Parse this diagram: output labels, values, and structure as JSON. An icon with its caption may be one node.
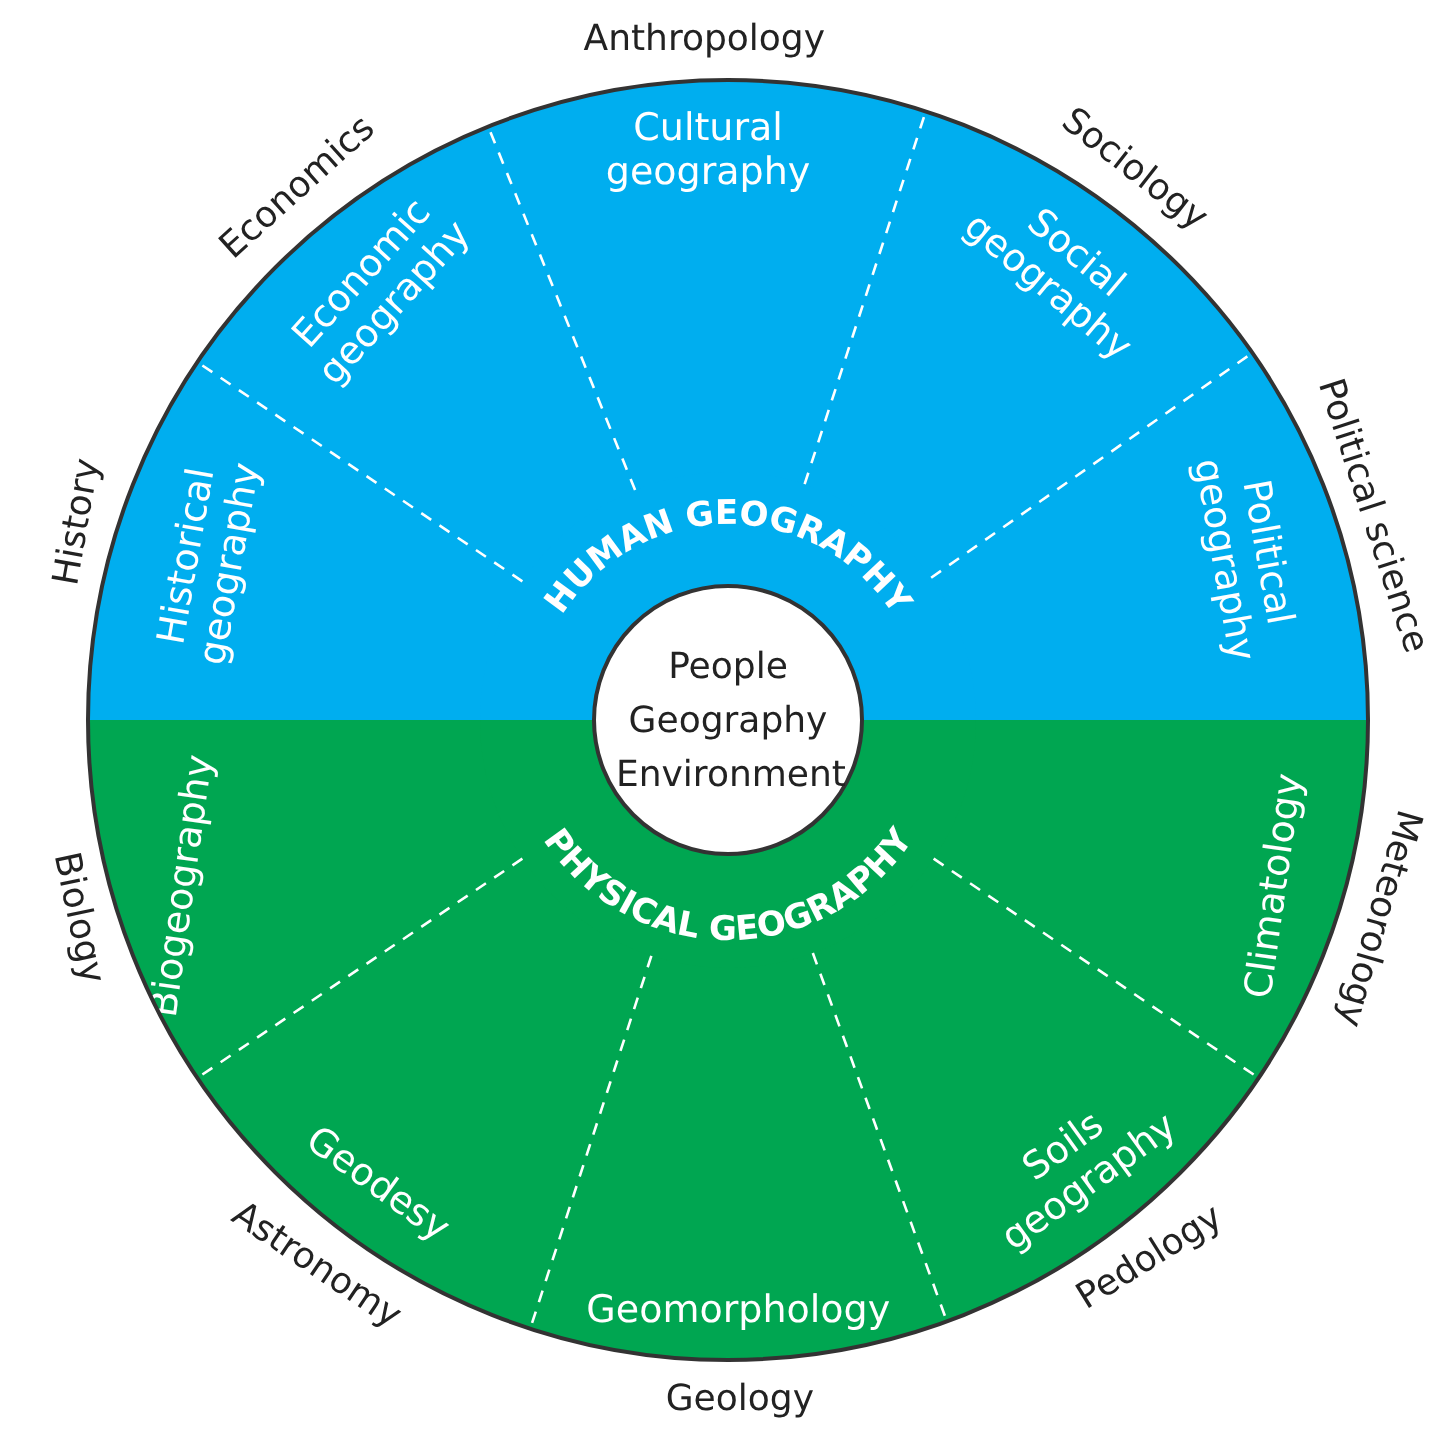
{
  "diagram": {
    "nodes": [
      {
        "text": [
          "HUMAN GEOGRAPHY"
        ]
      },
      {
        "text": [
          "Historical geography"
        ],
        "in": 0,
        "beside": [
          "History"
        ]
      },
      {
        "text": [
          "Economic geography"
        ],
        "in": 0,
        "beside": [
          "Economics"
        ]
      },
      {
        "text": [
          "Cultural geography"
        ],
        "in": 0,
        "beside": [
          "Anthropology"
        ]
      },
      {
        "text": [
          "Social geography"
        ],
        "in": 0,
        "beside": [
          "Sociology"
        ]
      },
      {
        "text": [
          "Political geography"
        ],
        "in": 0,
        "beside": [
          "Political science"
        ]
      },
      {
        "text": [
          "PHYSICAL GEOGRAPHY"
        ]
      },
      {
        "text": [
          "Biogeography"
        ],
        "in": 6,
        "beside": [
          "Biology"
        ]
      },
      {
        "text": [
          "Geodesy"
        ],
        "in": 6,
        "beside": [
          "Astronomy"
        ]
      },
      {
        "text": [
          "Geomorphology"
        ],
        "in": 6,
        "beside": [
          "Geology"
        ]
      },
      {
        "text": [
          "Soils geography"
        ],
        "in": 6,
        "beside": [
          "Pedology"
        ]
      },
      {
        "text": [
          "Climatology"
        ],
        "in": 6,
        "beside": [
          "Meteorology"
        ]
      },
      {
        "text": [
          "People Geography Environment"
        ]
      }
    ]
  }
}
